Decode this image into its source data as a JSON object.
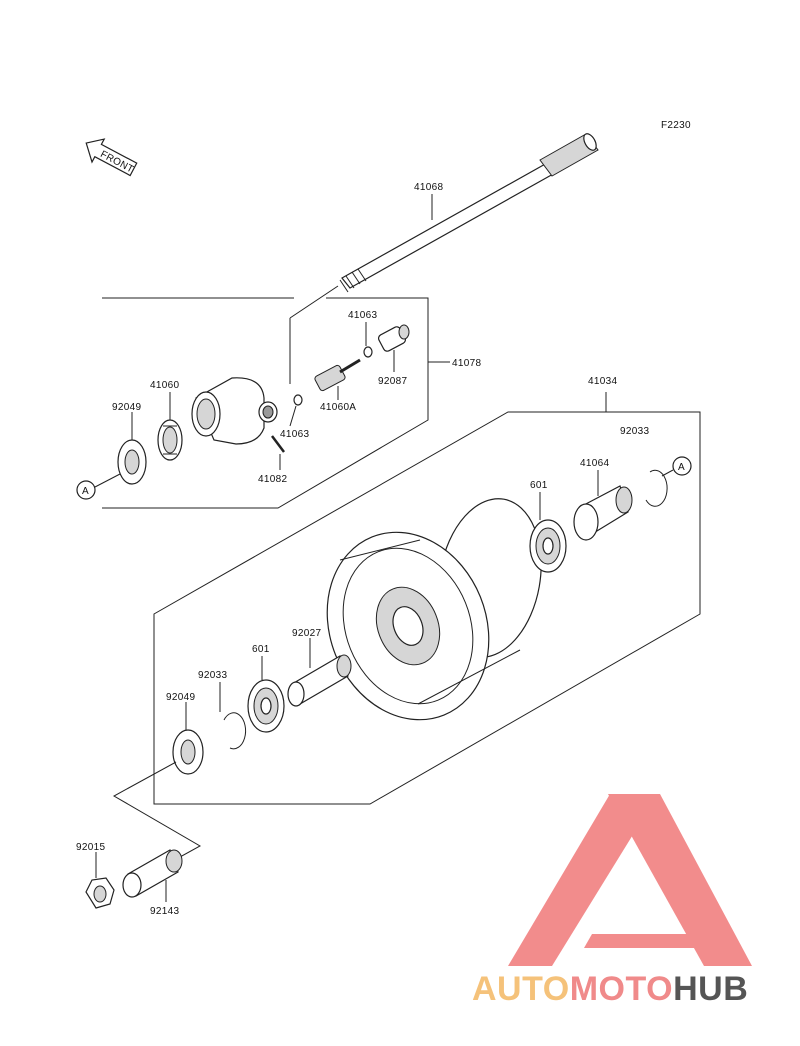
{
  "diagram": {
    "code": "F2230",
    "front_arrow": "FRONT",
    "ref_marker": "A",
    "labels": {
      "axle": "41068",
      "meter_gear_assy": "41078",
      "wheel_assy": "41034",
      "pin_41063_top": "41063",
      "pin_41063_bottom": "41063",
      "seal_92087": "92087",
      "gear_41060a": "41060A",
      "housing_41060": "41060",
      "seal_92049_top": "92049",
      "pin_41082": "41082",
      "circlip_92033_right": "92033",
      "collar_41064": "41064",
      "bearing_601_right": "601",
      "spacer_92027": "92027",
      "bearing_601_left": "601",
      "circlip_92033_left": "92033",
      "seal_92049_left": "92049",
      "nut_92015": "92015",
      "collar_92143": "92143"
    }
  },
  "watermark": {
    "brand_part1": "AUTO",
    "brand_part2": "MOTO",
    "brand_part3": "HUB",
    "colors": {
      "part1": "#f5c27a",
      "part2": "#f08a8a",
      "part3": "#555555",
      "logo": "#f28c8c"
    }
  }
}
